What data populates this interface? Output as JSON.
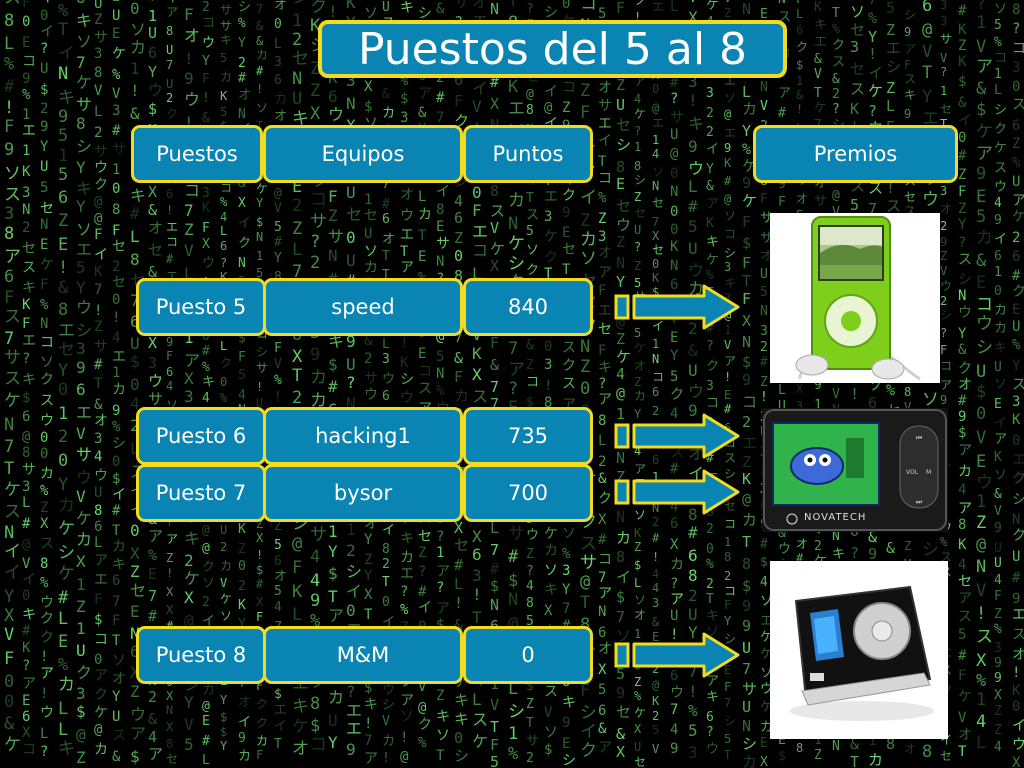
{
  "title": "Puestos del 5 al 8",
  "headers": {
    "puestos": "Puestos",
    "equipos": "Equipos",
    "puntos": "Puntos",
    "premios": "Premios"
  },
  "rows": [
    {
      "puesto": "Puesto 5",
      "equipo": "speed",
      "puntos": "840",
      "premio_icon": "green-mp3-player-icon"
    },
    {
      "puesto": "Puesto 6",
      "equipo": "hacking1",
      "puntos": "735",
      "premio_icon": "novatech-mp4-player-icon"
    },
    {
      "puesto": "Puesto 7",
      "equipo": "bysor",
      "puntos": "700",
      "premio_icon": "novatech-mp4-player-icon"
    },
    {
      "puesto": "Puesto 8",
      "equipo": "M&M",
      "puntos": "0",
      "premio_icon": "clip-mp3-player-icon"
    }
  ],
  "prize_brand": "NOVATECH",
  "colors": {
    "cell_fill": "#0a84b3",
    "cell_border": "#f1dc1f",
    "text": "#ffffff",
    "background": "#000000",
    "matrix_green": "#6fe36f"
  }
}
